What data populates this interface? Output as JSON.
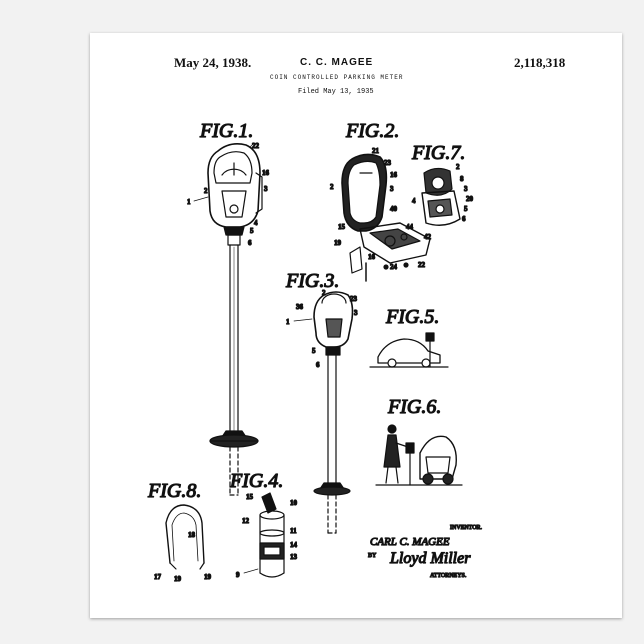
{
  "header": {
    "date": "May 24, 1938.",
    "inventor_name": "C. C. MAGEE",
    "patent_number": "2,118,318",
    "title": "COIN CONTROLLED PARKING METER",
    "filed": "Filed May 13, 1935"
  },
  "figures": {
    "fig1": "FIG.1.",
    "fig2": "FIG.2.",
    "fig3": "FIG.3.",
    "fig4": "FIG.4.",
    "fig5": "FIG.5.",
    "fig6": "FIG.6.",
    "fig7": "FIG.7.",
    "fig8": "FIG.8."
  },
  "reference_numbers": {
    "fig1": [
      "22",
      "16",
      "3",
      "1",
      "2",
      "4",
      "5",
      "6"
    ],
    "fig2": [
      "21",
      "23",
      "16",
      "2",
      "3",
      "40",
      "15",
      "19",
      "16",
      "24",
      "22"
    ],
    "fig3": [
      "2",
      "23",
      "36",
      "1",
      "3",
      "5",
      "6"
    ],
    "fig4": [
      "15",
      "10",
      "12",
      "11",
      "14",
      "13",
      "9"
    ],
    "fig7": [
      "2",
      "8",
      "3",
      "20",
      "5",
      "4",
      "6",
      "42",
      "44"
    ],
    "fig8": [
      "18",
      "17",
      "19",
      "19"
    ]
  },
  "signature": {
    "inventor_label": "INVENTOR.",
    "inventor_sig": "CARL C. MAGEE",
    "by": "BY",
    "attorney_sig": "Lloyd Miller",
    "attorneys_label": "ATTORNEYS."
  }
}
